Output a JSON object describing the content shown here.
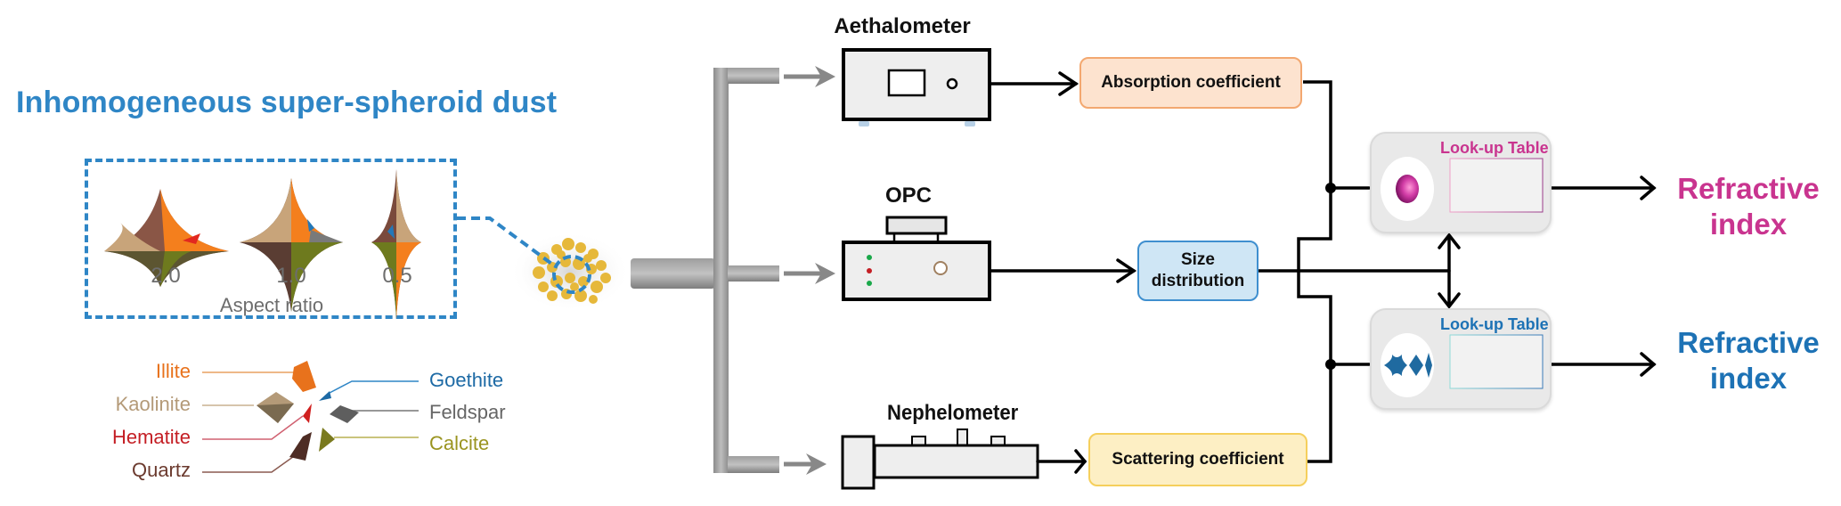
{
  "title": "Inhomogeneous super-spheroid dust",
  "aspect_ratio": {
    "values": [
      "2.0",
      "1.0",
      "0.5"
    ],
    "caption": "Aspect ratio"
  },
  "minerals": {
    "left": [
      {
        "name": "Illite",
        "color": "#e8721c"
      },
      {
        "name": "Kaolinite",
        "color": "#b49a78"
      },
      {
        "name": "Hematite",
        "color": "#c41e24"
      },
      {
        "name": "Quartz",
        "color": "#6b3a2e"
      }
    ],
    "right": [
      {
        "name": "Goethite",
        "color": "#1d6aa5"
      },
      {
        "name": "Feldspar",
        "color": "#666666"
      },
      {
        "name": "Calcite",
        "color": "#9a9420"
      }
    ]
  },
  "instruments": {
    "aethalometer": "Aethalometer",
    "opc": "OPC",
    "nephelometer": "Nephelometer"
  },
  "outputs": {
    "absorption": "Absorption coefficient",
    "size_line1": "Size",
    "size_line2": "distribution",
    "scattering": "Scattering coefficient"
  },
  "lookup_tables": [
    {
      "title": "Look-up Table",
      "color": "#c9348f"
    },
    {
      "title": "Look-up Table",
      "color": "#1d72b5"
    }
  ],
  "results": [
    {
      "line1": "Refractive",
      "line2": "index",
      "color": "#c9348f"
    },
    {
      "line1": "Refractive",
      "line2": "index",
      "color": "#1d72b5"
    }
  ],
  "colors": {
    "accent_blue": "#2f86c6",
    "pipe_gray": "#9a9a9a",
    "dust_yellow": "#e6b83a"
  }
}
